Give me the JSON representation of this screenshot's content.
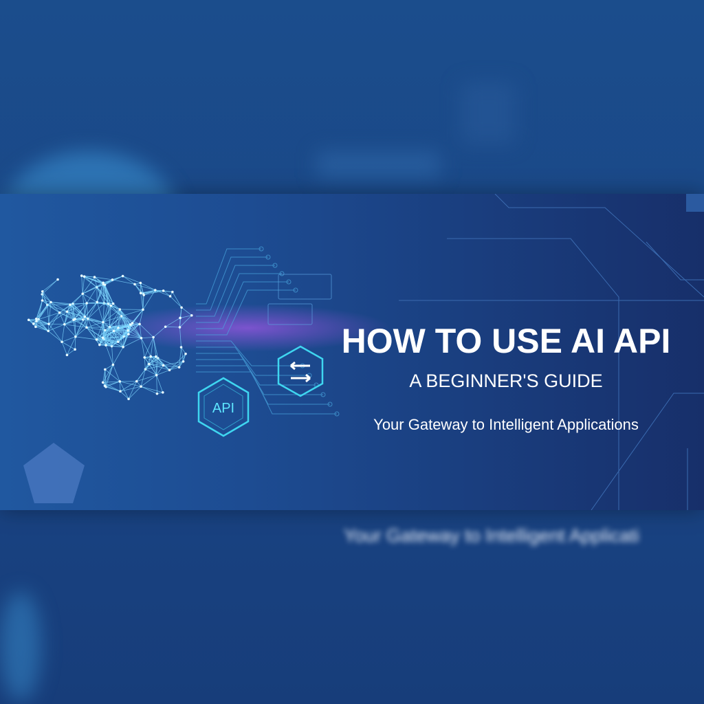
{
  "banner": {
    "title": "HOW TO USE AI API",
    "subtitle": "A BEGINNER'S GUIDE",
    "tagline": "Your Gateway to Intelligent Applications",
    "badge_label": "API",
    "exchange_icon": "arrows-left-right-icon",
    "brain_icon": "neural-brain-icon"
  },
  "background": {
    "blurred_tagline": "Your Gateway to Intelligent Applicati"
  },
  "colors": {
    "accent_cyan": "#3fd6f0",
    "glow_purple": "#c65cff",
    "background_blue": "#1b4d8c"
  }
}
